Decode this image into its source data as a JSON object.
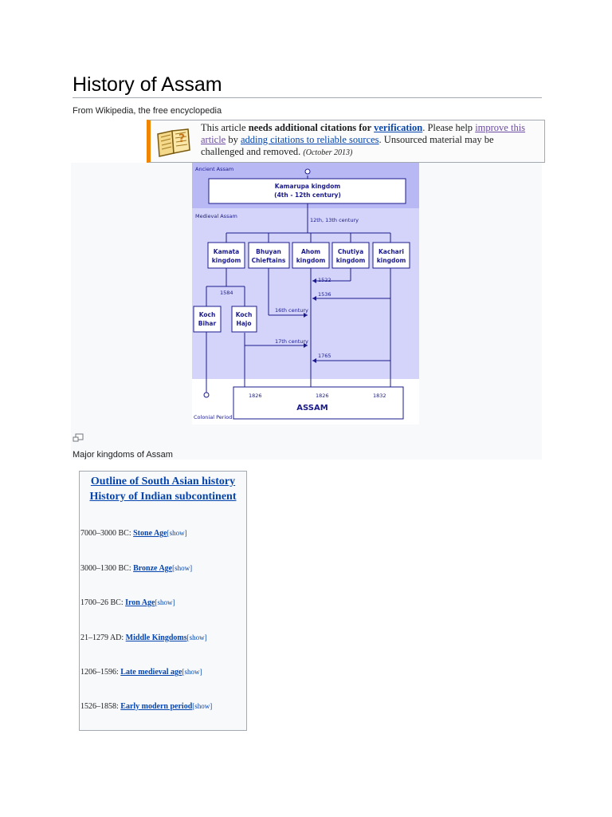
{
  "article": {
    "title": "History of Assam",
    "tagline": "From Wikipedia, the free encyclopedia"
  },
  "notice": {
    "icon": "book-icon",
    "prefix": "This article ",
    "bold": "needs additional citations for ",
    "verification": "verification",
    "after_verification": ". Please help ",
    "improve_link": "improve this article",
    "by": " by ",
    "adding_link": "adding citations to reliable sources",
    "rest": ". Unsourced material may be challenged and removed.",
    "date": "(October 2013)"
  },
  "figure": {
    "caption": "Major kingdoms of Assam",
    "enlarge_icon": "enlarge-icon",
    "diagram": {
      "era_ancient": "Ancient Assam",
      "era_medieval": "Medieval Assam",
      "era_colonial": "Colonial Period",
      "kamarupa_line1": "Kamarupa kingdom",
      "kamarupa_line2": "(4th - 12th century)",
      "century_12_13": "12th, 13th century",
      "kamata_1": "Kamata",
      "kamata_2": "kingdom",
      "bhuyan_1": "Bhuyan",
      "bhuyan_2": "Chieftains",
      "ahom_1": "Ahom",
      "ahom_2": "kingdom",
      "chutiya_1": "Chutiya",
      "chutiya_2": "kingdom",
      "kachari_1": "Kachari",
      "kachari_2": "kingdom",
      "y1522": "1522",
      "y1536": "1536",
      "y1584": "1584",
      "koch_bihar_1": "Koch",
      "koch_bihar_2": "Bihar",
      "koch_hajo_1": "Koch",
      "koch_hajo_2": "Hajo",
      "century_16": "16th century",
      "century_17": "17th century",
      "y1765": "1765",
      "y1826a": "1826",
      "y1826b": "1826",
      "y1832": "1832",
      "assam": "ASSAM"
    }
  },
  "sidebar": {
    "heading1": "Outline of South Asian history",
    "heading2": "History of Indian subcontinent",
    "items": [
      {
        "range": "7000–3000 BC: ",
        "period": "Stone Age",
        "show": "[show]"
      },
      {
        "range": "3000–1300 BC: ",
        "period": "Bronze Age",
        "show": "[show]"
      },
      {
        "range": "1700–26 BC: ",
        "period": "Iron Age",
        "show": "[show]"
      },
      {
        "range": "21–1279 AD: ",
        "period": "Middle Kingdoms",
        "show": "[show]"
      },
      {
        "range": "1206–1596: ",
        "period": "Late medieval age",
        "show": "[show]"
      },
      {
        "range": "1526–1858: ",
        "period": "Early modern period",
        "show": "[show]"
      }
    ]
  },
  "colors": {
    "accent_orange": "#f28500",
    "link": "#0645ad",
    "visited_link": "#6b4ba1",
    "diagram_dark": "#1a1a8c",
    "diagram_ancient_bg": "#b8b8f5",
    "diagram_medieval_bg": "#d4d4fa"
  }
}
